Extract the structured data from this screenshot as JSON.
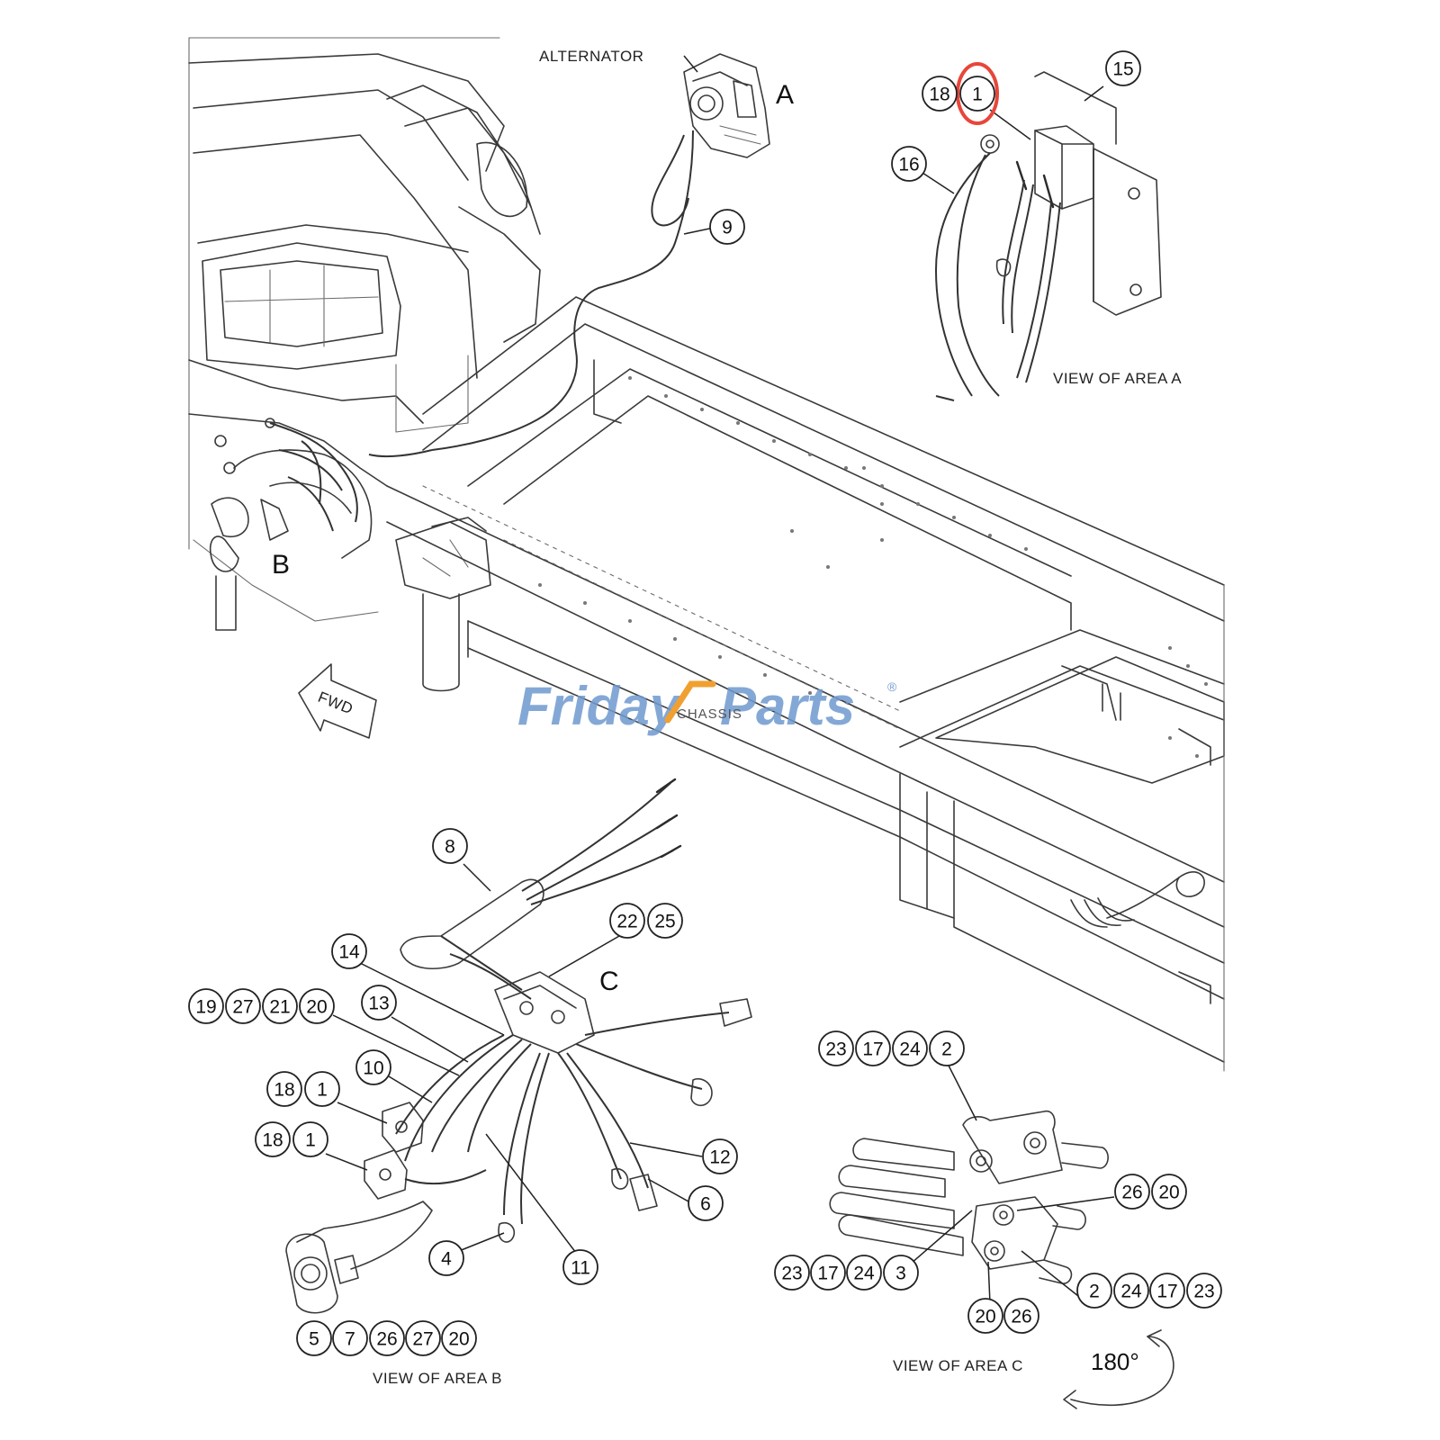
{
  "labels": {
    "alternator": "ALTERNATOR",
    "chassis": "CHASSIS",
    "fwd": "FWD",
    "view_a": "VIEW OF AREA A",
    "view_b": "VIEW OF AREA B",
    "view_c": "VIEW OF AREA C",
    "rotation": "180°"
  },
  "area_letters": {
    "a": "A",
    "b": "B",
    "c": "C"
  },
  "watermark": {
    "brand_left": "Friday",
    "brand_right": "Parts",
    "registered": "®"
  },
  "highlight": {
    "color": "#e8463a",
    "target_callout": "1"
  },
  "colors": {
    "watermark_blue": "#6f9ad0",
    "watermark_orange": "#f0a030"
  },
  "callouts": {
    "a_18": "18",
    "a_1": "1",
    "a_15": "15",
    "a_16": "16",
    "n_9": "9",
    "n_8": "8",
    "n_22": "22",
    "n_25": "25",
    "n_14": "14",
    "n_19": "19",
    "n_27": "27",
    "n_21": "21",
    "n_20": "20",
    "n_13": "13",
    "n_10": "10",
    "b1_18": "18",
    "b1_1": "1",
    "b2_18": "18",
    "b2_1": "1",
    "n_12": "12",
    "n_6": "6",
    "n_4": "4",
    "n_11": "11",
    "b_5": "5",
    "b_7": "7",
    "b_26": "26",
    "b_27": "27",
    "b_20": "20",
    "c1_23": "23",
    "c1_17": "17",
    "c1_24": "24",
    "c1_2": "2",
    "c_26": "26",
    "c_20": "20",
    "c2_23": "23",
    "c2_17": "17",
    "c2_24": "24",
    "c2_3": "3",
    "c3_2": "2",
    "c3_24": "24",
    "c3_17": "17",
    "c3_23": "23",
    "c4_20": "20",
    "c4_26": "26"
  }
}
